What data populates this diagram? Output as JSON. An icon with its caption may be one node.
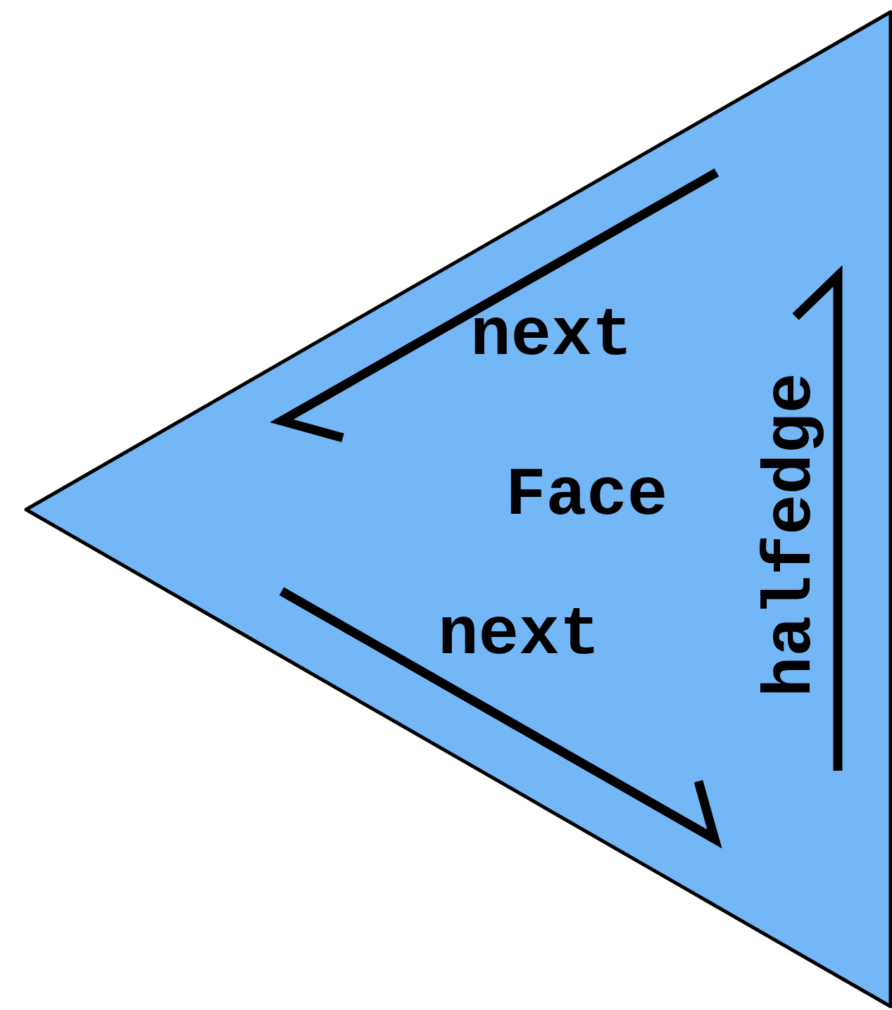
{
  "diagram": {
    "nodes": [
      {
        "text": [
          "Face"
        ]
      }
    ],
    "labels": [
      "next",
      "next",
      "halfedge"
    ]
  }
}
